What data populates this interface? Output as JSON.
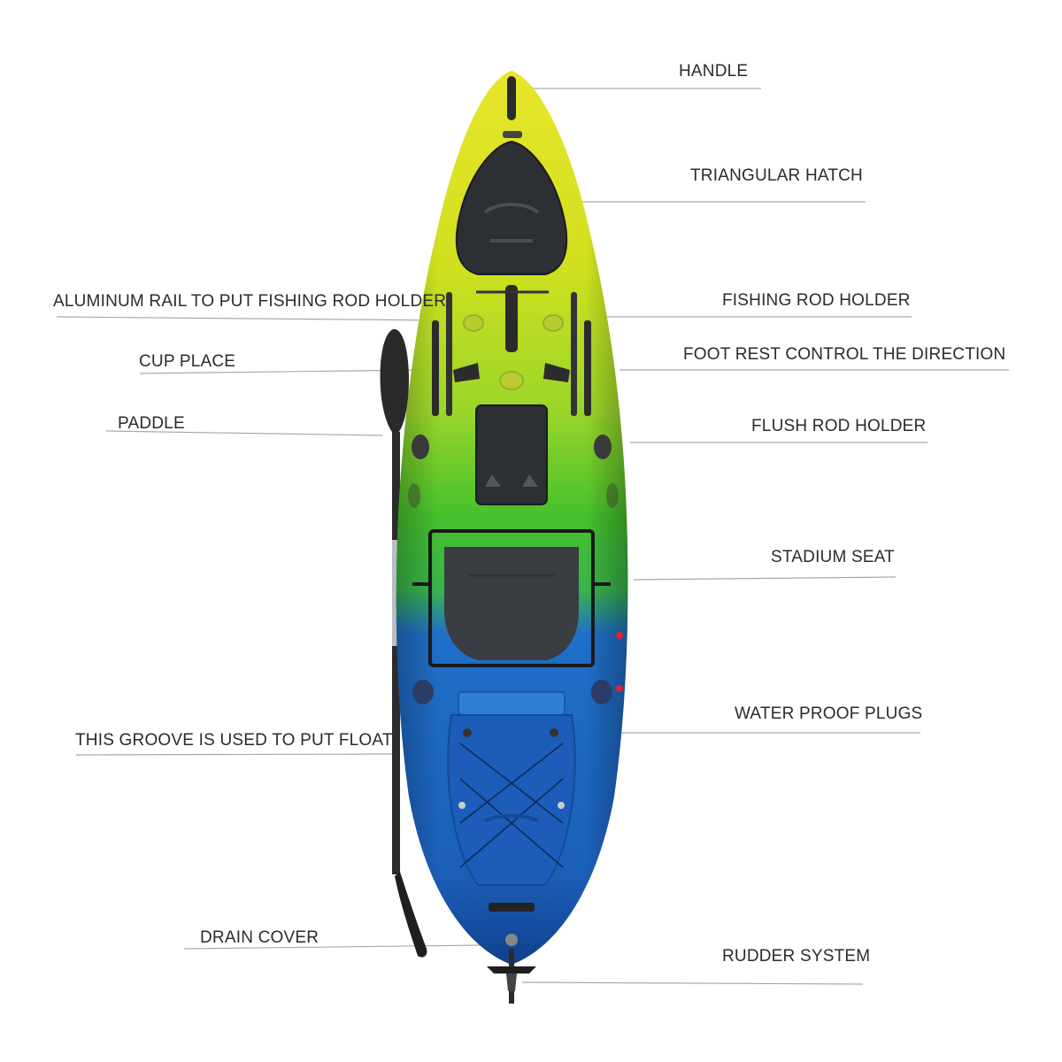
{
  "labels": {
    "handle": "HANDLE",
    "triangular_hatch": "TRIANGULAR HATCH",
    "aluminum_rail": "ALUMINUM RAIL TO PUT FISHING ROD HOLDER",
    "fishing_rod_holder": "FISHING ROD HOLDER",
    "cup_place": "CUP PLACE",
    "foot_rest": "FOOT REST CONTROL THE DIRECTION",
    "paddle": "PADDLE",
    "flush_rod_holder": "FLUSH ROD HOLDER",
    "stadium_seat": "STADIUM SEAT",
    "water_proof_plugs": "WATER PROOF PLUGS",
    "groove": "THIS GROOVE IS USED TO PUT FLOAT",
    "drain_cover": "DRAIN COVER",
    "rudder_system": "RUDDER SYSTEM"
  },
  "colors": {
    "hull_yellow": "#d9e21c",
    "hull_green": "#45c02c",
    "hull_blue": "#1f6fc8",
    "hull_dark_blue": "#123f8c",
    "deck_dark": "#2c2f33",
    "leader_line": "#a9a9a9"
  }
}
